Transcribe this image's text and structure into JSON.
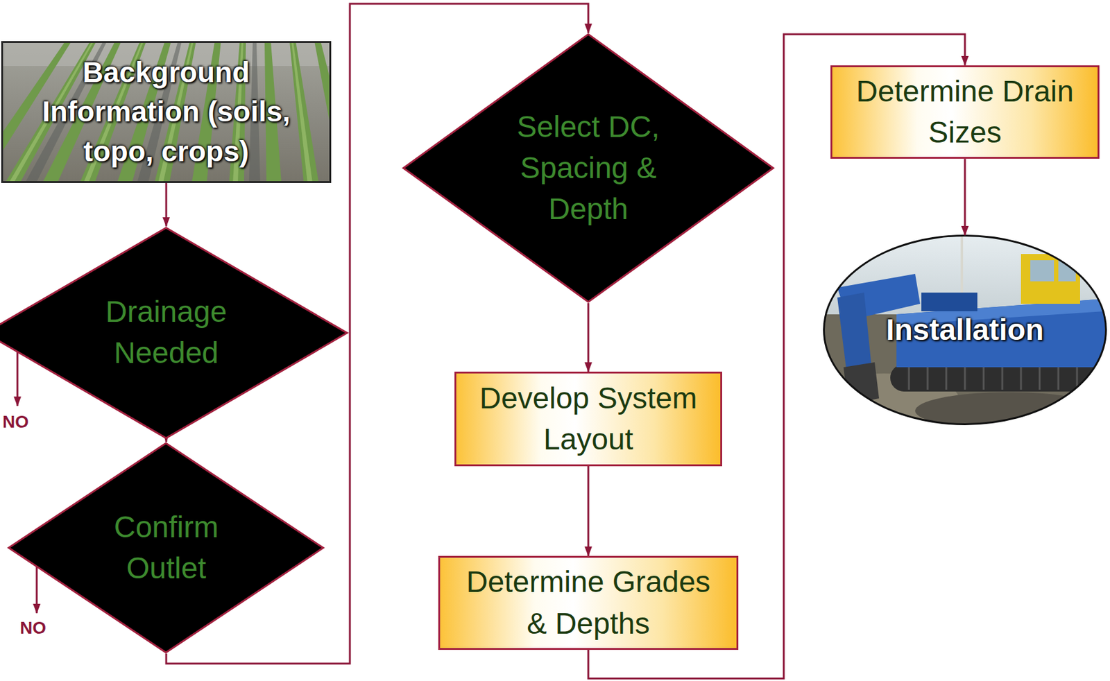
{
  "diagram": {
    "nodes": [
      {
        "text": [
          "Background Information (soils, topo, crops)"
        ]
      },
      {
        "text": [
          "Drainage Needed"
        ]
      },
      {
        "text": [
          "Confirm Outlet"
        ]
      },
      {
        "text": [
          "Select DC, Spacing & Depth"
        ]
      },
      {
        "text": [
          "Develop System Layout"
        ]
      },
      {
        "text": [
          "Determine Grades & Depths"
        ]
      },
      {
        "text": [
          "Determine Drain Sizes"
        ]
      },
      {
        "text": [
          "Installation"
        ]
      }
    ],
    "edges": [
      {
        "from": 0,
        "to": 1,
        "arrow": "to"
      },
      {
        "from": 1,
        "to": 2,
        "arrow": "to"
      },
      {
        "from": 2,
        "to": 3,
        "arrow": "to"
      },
      {
        "from": 3,
        "to": 4,
        "arrow": "to"
      },
      {
        "from": 4,
        "to": 5,
        "arrow": "to"
      },
      {
        "from": 5,
        "to": 6,
        "arrow": "to"
      },
      {
        "from": 6,
        "to": 7,
        "arrow": "to"
      }
    ],
    "labels": [
      "NO",
      "NO"
    ]
  }
}
